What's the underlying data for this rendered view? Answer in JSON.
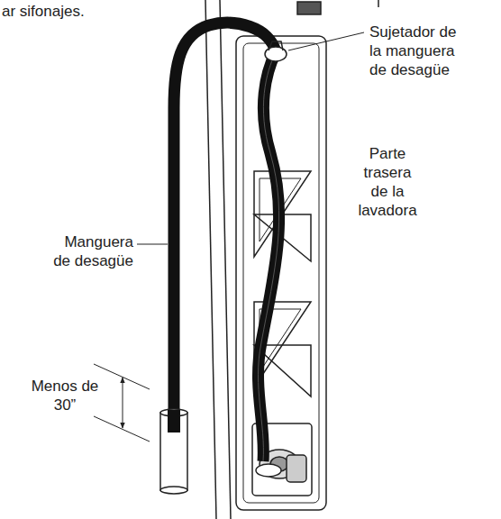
{
  "diagram": {
    "labels": [
      "ar sifonajes.",
      "Sujetador de la manguera de desagüe",
      "Parte trasera de la lavadora",
      "Manguera de desagüe",
      "Menos de 30”"
    ]
  }
}
